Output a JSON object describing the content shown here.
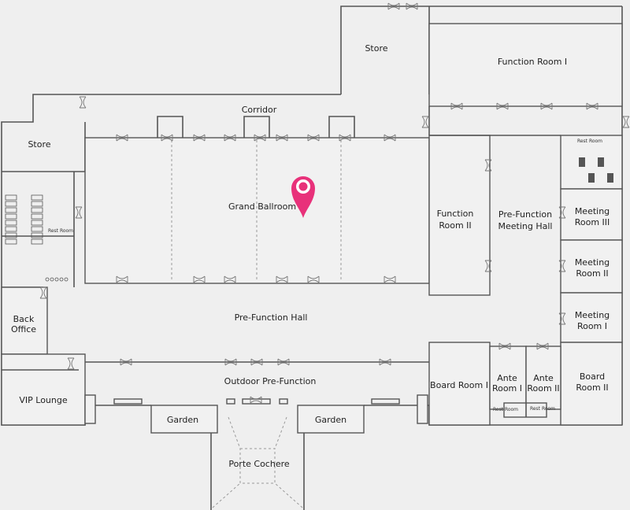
{
  "rooms": {
    "store_top": "Store",
    "function_room_1": "Function Room I",
    "corridor": "Corridor",
    "store_left": "Store",
    "grand_ballroom": "Grand Ballroom",
    "function_room_2_a": "Function",
    "function_room_2_b": "Room II",
    "prefunction_meeting_a": "Pre-Function",
    "prefunction_meeting_b": "Meeting Hall",
    "meeting_room_3_a": "Meeting",
    "meeting_room_3_b": "Room III",
    "meeting_room_2_a": "Meeting",
    "meeting_room_2_b": "Room II",
    "meeting_room_1_a": "Meeting",
    "meeting_room_1_b": "Room I",
    "rest_room_left": "Rest Room",
    "rest_room_right": "Rest Room",
    "rest_room_ante_1": "Rest Room",
    "rest_room_ante_2": "Rest Room",
    "prefunction_hall": "Pre-Function Hall",
    "back_office_a": "Back",
    "back_office_b": "Office",
    "vip_lounge": "VIP Lounge",
    "outdoor_prefunction": "Outdoor Pre-Function",
    "board_room_1": "Board Room I",
    "ante_room_1_a": "Ante",
    "ante_room_1_b": "Room I",
    "ante_room_2_a": "Ante",
    "ante_room_2_b": "Room II",
    "board_room_2_a": "Board",
    "board_room_2_b": "Room II",
    "garden_left": "Garden",
    "garden_right": "Garden",
    "porte_cochere": "Porte Cochere"
  },
  "marker": {
    "icon": "location-pin-icon",
    "color": "#e8317a",
    "location": "Grand Ballroom"
  },
  "colors": {
    "wall": "#555555",
    "background": "#efefef"
  }
}
